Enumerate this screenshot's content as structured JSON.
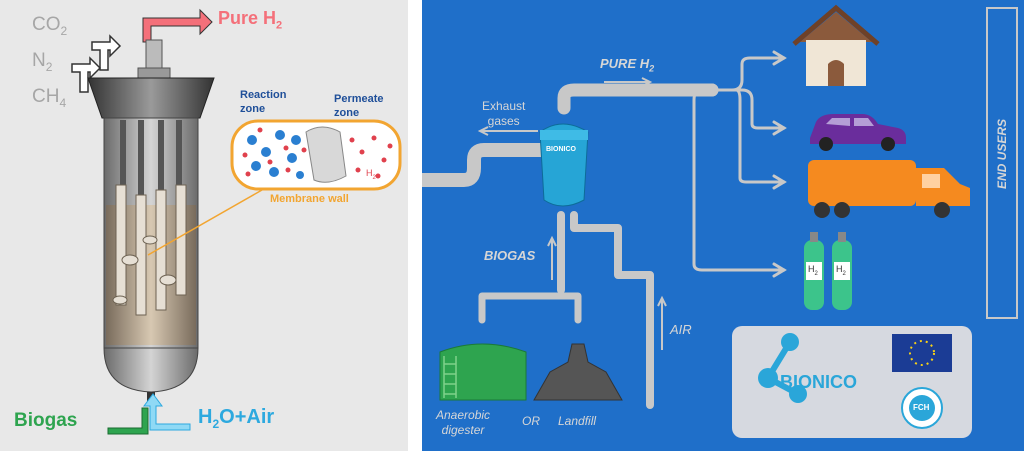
{
  "left": {
    "gases": {
      "co2": {
        "base": "CO",
        "sub": "2"
      },
      "n2": {
        "base": "N",
        "sub": "2"
      },
      "ch4": {
        "base": "CH",
        "sub": "4"
      }
    },
    "pure_h2": {
      "base": "Pure H",
      "sub": "2"
    },
    "reaction_zone": {
      "line1": "Reaction",
      "line2": "zone"
    },
    "permeate_zone": {
      "line1": "Permeate",
      "line2": "zone"
    },
    "membrane_wall": "Membrane wall",
    "h2_small": {
      "base": "H",
      "sub": "2"
    },
    "biogas": "Biogas",
    "h2o_air": {
      "base": "H",
      "sub": "2",
      "rest": "O+Air"
    },
    "colors": {
      "pure_h2": "#f4707a",
      "biogas": "#2ea44f",
      "h2o_air": "#2da9df",
      "zone_label": "#1f4f99",
      "membrane": "#f2a531"
    }
  },
  "right": {
    "pure_h2": {
      "base": "PURE H",
      "sub": "2"
    },
    "exhaust": {
      "line1": "Exhaust",
      "line2": "gases"
    },
    "reactor_label": "BIONICO",
    "biogas": "BIOGAS",
    "air": "AIR",
    "digester": {
      "line1": "Anaerobic",
      "line2": "digester"
    },
    "or": "OR",
    "landfill": "Landfill",
    "end_users": "END USERS",
    "cylinder_label": {
      "base": "H",
      "sub": "2"
    },
    "logo_text": "BIONICO",
    "fch_text": "FCH",
    "colors": {
      "background": "#1f6fc9",
      "pipe": "#c8c8c8",
      "truck": "#f58a1f",
      "car": "#6a2d9c",
      "cylinder": "#3cc48b",
      "digester": "#2ea44f"
    }
  }
}
